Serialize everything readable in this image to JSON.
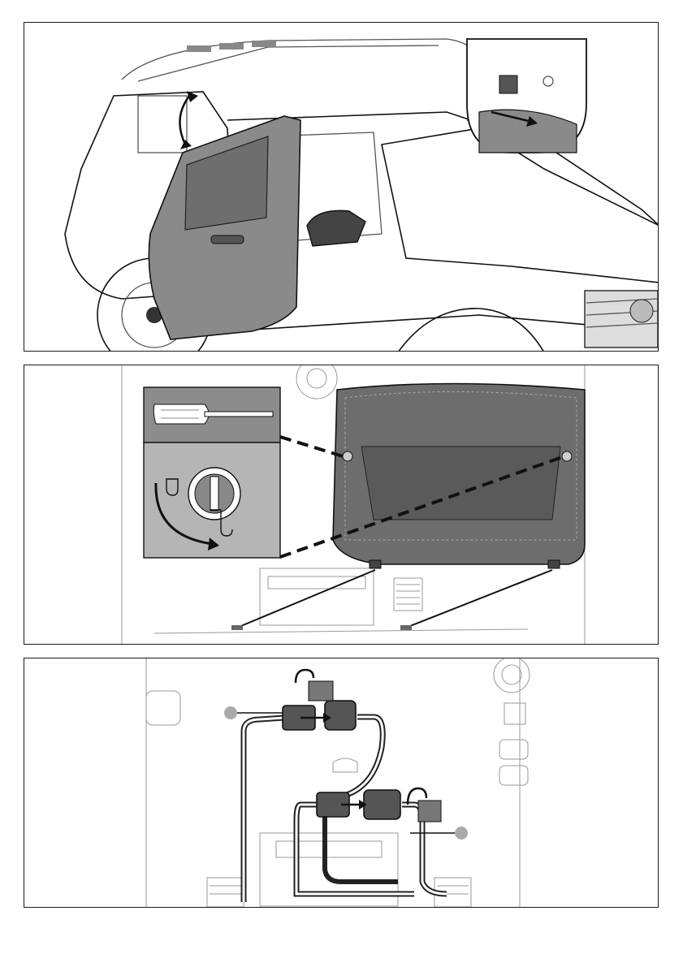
{
  "page": {
    "footer_text": "",
    "panels": [
      {
        "id": "step-door-removal",
        "icon": "car-door-icon"
      },
      {
        "id": "step-seat-removal",
        "icon": "screwdriver-icon"
      },
      {
        "id": "step-wiring-connection",
        "icon": "connector-icon"
      }
    ]
  },
  "colors": {
    "line": "#1a1a1a",
    "part_fill": "#808080",
    "dark_part_fill": "#4d4d4d",
    "inset_fill": "#b3b3b3",
    "faint_line": "#a6a6a6"
  }
}
